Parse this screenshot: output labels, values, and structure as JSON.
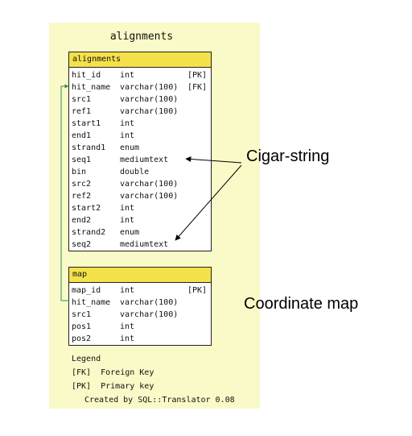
{
  "diagram": {
    "title": "alignments",
    "tables": [
      {
        "name": "alignments",
        "columns": [
          {
            "name": "hit_id",
            "type": "int",
            "key": "[PK]"
          },
          {
            "name": "hit_name",
            "type": "varchar(100)",
            "key": "[FK]"
          },
          {
            "name": "src1",
            "type": "varchar(100)",
            "key": ""
          },
          {
            "name": "ref1",
            "type": "varchar(100)",
            "key": ""
          },
          {
            "name": "start1",
            "type": "int",
            "key": ""
          },
          {
            "name": "end1",
            "type": "int",
            "key": ""
          },
          {
            "name": "strand1",
            "type": "enum",
            "key": ""
          },
          {
            "name": "seq1",
            "type": "mediumtext",
            "key": ""
          },
          {
            "name": "bin",
            "type": "double",
            "key": ""
          },
          {
            "name": "src2",
            "type": "varchar(100)",
            "key": ""
          },
          {
            "name": "ref2",
            "type": "varchar(100)",
            "key": ""
          },
          {
            "name": "start2",
            "type": "int",
            "key": ""
          },
          {
            "name": "end2",
            "type": "int",
            "key": ""
          },
          {
            "name": "strand2",
            "type": "enum",
            "key": ""
          },
          {
            "name": "seq2",
            "type": "mediumtext",
            "key": ""
          }
        ]
      },
      {
        "name": "map",
        "columns": [
          {
            "name": "map_id",
            "type": "int",
            "key": "[PK]"
          },
          {
            "name": "hit_name",
            "type": "varchar(100)",
            "key": ""
          },
          {
            "name": "src1",
            "type": "varchar(100)",
            "key": ""
          },
          {
            "name": "pos1",
            "type": "int",
            "key": ""
          },
          {
            "name": "pos2",
            "type": "int",
            "key": ""
          }
        ]
      }
    ],
    "legend": {
      "title": "Legend",
      "items": [
        "[FK]  Foreign Key",
        "[PK]  Primary key"
      ],
      "credit": "Created by SQL::Translator 0.08"
    }
  },
  "annotations": {
    "cigar_string": "Cigar-string",
    "coordinate_map": "Coordinate map"
  },
  "colors": {
    "panel": "#fafac8",
    "table_header": "#f5e14a",
    "link": "#2e8b57"
  }
}
